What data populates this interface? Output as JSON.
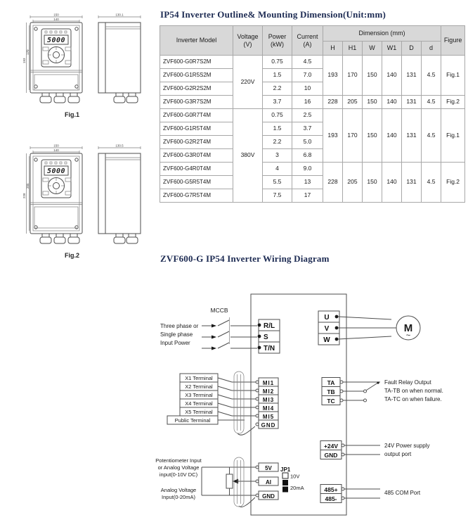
{
  "section1": {
    "title": "IP54 Inverter  Outline& Mounting Dimension(Unit:mm)"
  },
  "section2": {
    "title": "ZVF600-G IP54 Inverter Wiring Diagram"
  },
  "figures": {
    "fig1": {
      "label": "Fig.1",
      "front_width": "150",
      "front_width_inner": "140",
      "side_depth": "130.1",
      "height": "193",
      "height_inner": "170",
      "display": "5000"
    },
    "fig2": {
      "label": "Fig.2",
      "front_width": "150",
      "front_width_inner": "140",
      "side_depth": "130.5",
      "height": "228",
      "height_inner": "205",
      "display": "5000"
    }
  },
  "table": {
    "headers": {
      "model": "Inverter Model",
      "voltage1": "Voltage",
      "voltage2": "(V)",
      "power1": "Power",
      "power2": "(kW)",
      "current1": "Current",
      "current2": "(A)",
      "dimension": "Dimension (mm)",
      "figure": "Figure",
      "dims": [
        "H",
        "H1",
        "W",
        "W1",
        "D",
        "d"
      ]
    },
    "voltages": [
      "220V",
      "380V"
    ],
    "rows": [
      {
        "model": "ZVF600-G0R7S2M",
        "power": "0.75",
        "current": "4.5"
      },
      {
        "model": "ZVF600-G1R5S2M",
        "power": "1.5",
        "current": "7.0"
      },
      {
        "model": "ZVF600-G2R2S2M",
        "power": "2.2",
        "current": "10"
      },
      {
        "model": "ZVF600-G3R7S2M",
        "power": "3.7",
        "current": "16"
      },
      {
        "model": "ZVF600-G0R7T4M",
        "power": "0.75",
        "current": "2.5"
      },
      {
        "model": "ZVF600-G1R5T4M",
        "power": "1.5",
        "current": "3.7"
      },
      {
        "model": "ZVF600-G2R2T4M",
        "power": "2.2",
        "current": "5.0"
      },
      {
        "model": "ZVF600-G3R0T4M",
        "power": "3",
        "current": "6.8"
      },
      {
        "model": "ZVF600-G4R0T4M",
        "power": "4",
        "current": "9.0"
      },
      {
        "model": "ZVF600-G5R5T4M",
        "power": "5.5",
        "current": "13"
      },
      {
        "model": "ZVF600-G7R5T4M",
        "power": "7.5",
        "current": "17"
      }
    ],
    "groups": [
      {
        "H": "193",
        "H1": "170",
        "W": "150",
        "W1": "140",
        "D": "131",
        "d": "4.5",
        "figure": "Fig.1"
      },
      {
        "H": "228",
        "H1": "205",
        "W": "150",
        "W1": "140",
        "D": "131",
        "d": "4.5",
        "figure": "Fig.2"
      },
      {
        "H": "193",
        "H1": "170",
        "W": "150",
        "W1": "140",
        "D": "131",
        "d": "4.5",
        "figure": "Fig.1"
      },
      {
        "H": "228",
        "H1": "205",
        "W": "150",
        "W1": "140",
        "D": "131",
        "d": "4.5",
        "figure": "Fig.2"
      }
    ]
  },
  "wiring": {
    "mccb": "MCCB",
    "input_l1": "Three phase or",
    "input_l2": "Single phase",
    "input_l3": "Input Power",
    "power_terms": [
      "R/L",
      "S",
      "T/N"
    ],
    "output_terms": [
      "U",
      "V",
      "W"
    ],
    "motor": "M",
    "motor_tilde": "~",
    "di_labels": [
      "X1 Terminal",
      "X2 Terminal",
      "X3 Terminal",
      "X4 Terminal",
      "X5 Terminal",
      "Public Terminal"
    ],
    "di_terms": [
      "MI1",
      "MI2",
      "MI3",
      "MI4",
      "MI5",
      "GND"
    ],
    "relay_terms": [
      "TA",
      "TB",
      "TC"
    ],
    "relay_l1": "Fault Relay Output",
    "relay_l2": "TA-TB on when normal.",
    "relay_l3": "TA-TC on when failure.",
    "psu_terms": [
      "+24V",
      "GND"
    ],
    "psu_l1": "24V Power supply",
    "psu_l2": "output port",
    "com_terms": [
      "485+",
      "485-"
    ],
    "com_l": "485 COM Port",
    "ai_l1": "Potentiometer Input",
    "ai_l2": "or Analog Voltage",
    "ai_l3": "input(0-10V DC)",
    "ai_l4": "Analog Voltage",
    "ai_l5": "Input(0-20mA)",
    "ai_terms": [
      "5V",
      "AI",
      "GND"
    ],
    "jp1": "JP1",
    "jp1_10v": "10V",
    "jp1_20ma": "20mA"
  }
}
